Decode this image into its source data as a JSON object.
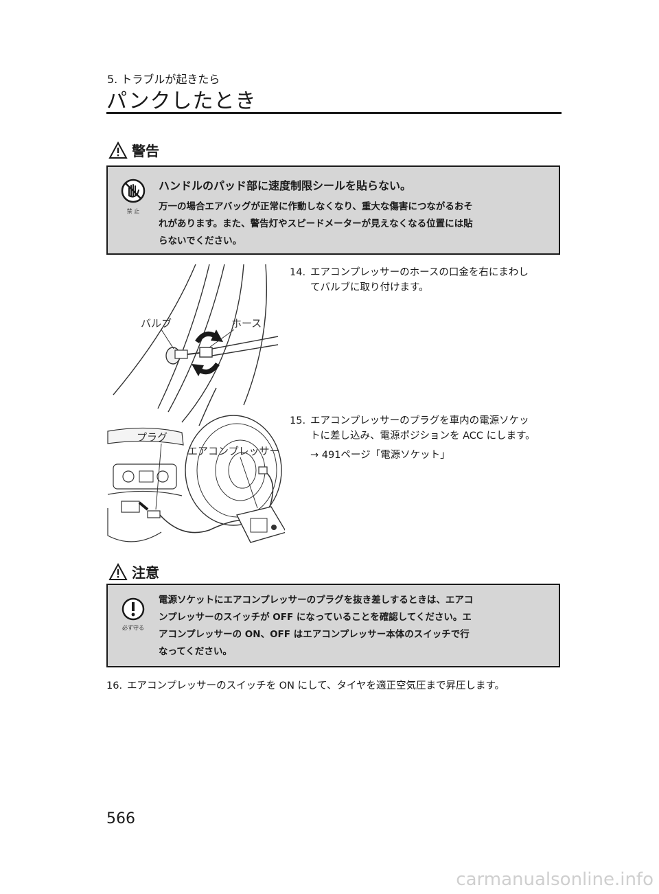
{
  "header": {
    "section": "5. トラブルが起きたら",
    "title": "パンクしたとき"
  },
  "warning": {
    "heading": "警告",
    "icon_caption": "禁 止",
    "title": "ハンドルのパッド部に速度制限シールを貼らない。",
    "lines": [
      "万一の場合エアバッグが正常に作動しなくなり、重大な傷害につながるおそ",
      "れがあります。また、警告灯やスピードメーターが見えなくなる位置には貼",
      "らないでください。"
    ]
  },
  "steps": {
    "s14": {
      "num": "14.",
      "line1": "エアコンプレッサーのホースの口金を右にまわし",
      "line2": "てバルブに取り付けます。"
    },
    "s15": {
      "num": "15.",
      "line1": "エアコンプレッサーのプラグを車内の電源ソケッ",
      "line2": "トに差し込み、電源ポジションを ACC にします。",
      "ref": "→ 491ページ「電源ソケット」"
    },
    "s16": {
      "num": "16.",
      "line1": "エアコンプレッサーのスイッチを ON にして、タイヤを適正空気圧まで昇圧します。"
    }
  },
  "illustration": {
    "labels": {
      "valve": "バルブ",
      "hose": "ホース",
      "plug": "プラグ",
      "compressor": "エアコンプレッサー"
    }
  },
  "caution": {
    "heading": "注意",
    "icon_caption": "必ず守る",
    "lines": [
      "電源ソケットにエアコンプレッサーのプラグを抜き差しするときは、エアコ",
      "ンプレッサーのスイッチが OFF になっていることを確認してください。エ",
      "アコンプレッサーの ON、OFF はエアコンプレッサー本体のスイッチで行",
      "なってください。"
    ]
  },
  "footer": {
    "page_number": "566",
    "watermark": "carmanualsonline.info"
  }
}
